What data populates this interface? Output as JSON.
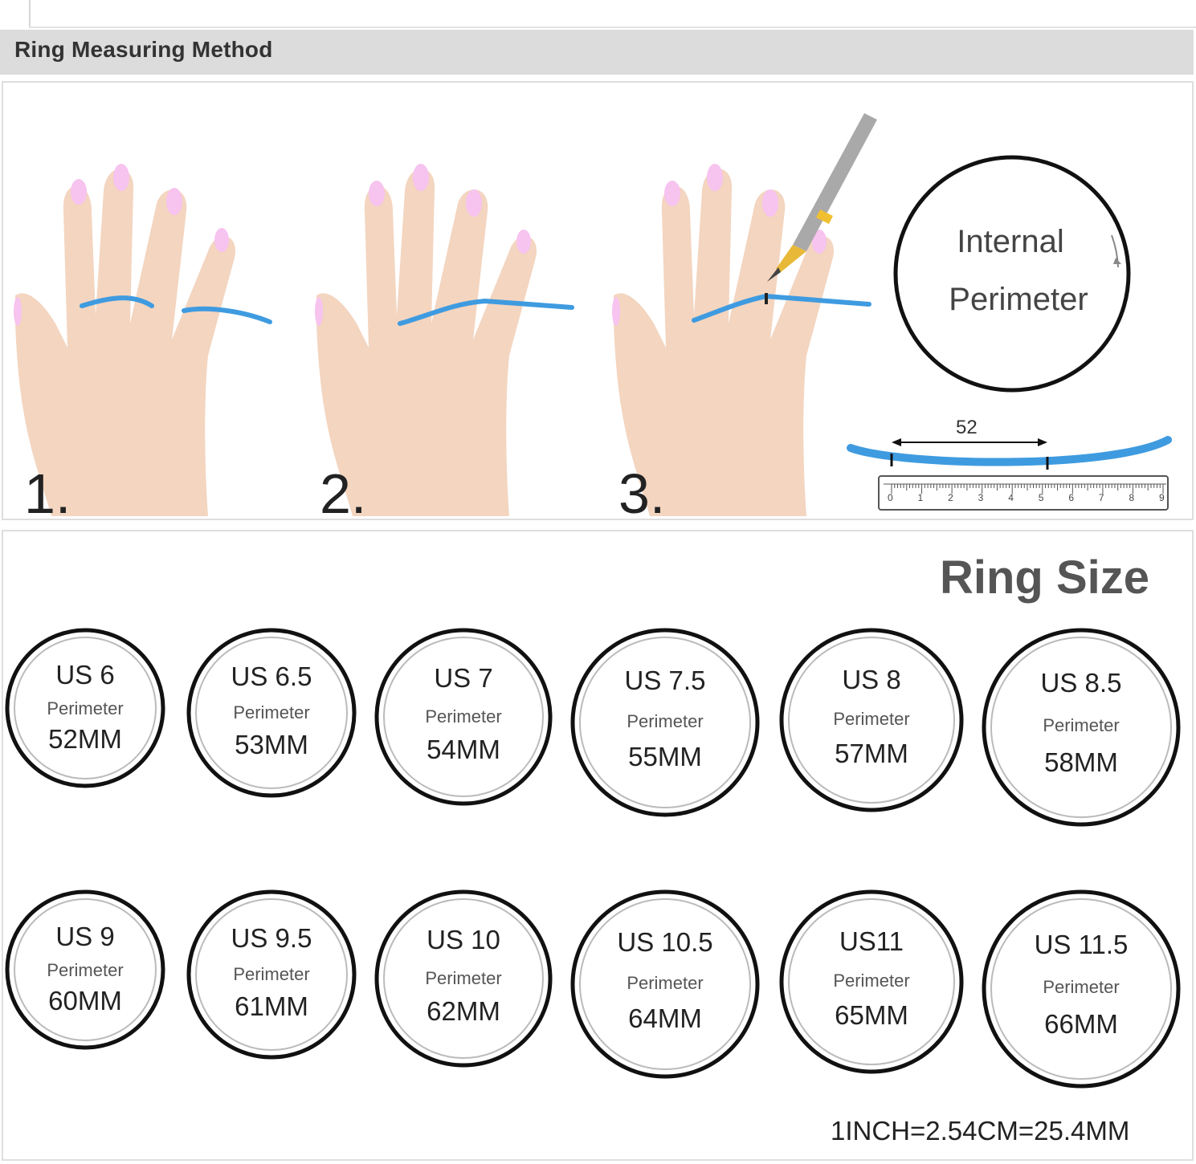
{
  "header": {
    "title": "Ring Measuring Method"
  },
  "method": {
    "steps": [
      "1.",
      "2.",
      "3."
    ],
    "circle_label_line1": "Internal",
    "circle_label_line2": "Perimeter",
    "measure_label": "52",
    "ruler_ticks": [
      "0",
      "1",
      "2",
      "3",
      "4",
      "5",
      "6",
      "7",
      "8",
      "9"
    ]
  },
  "sizes": {
    "title": "Ring Size",
    "perimeter_label": "Perimeter",
    "rings": [
      {
        "us": "US 6",
        "mm": "52MM"
      },
      {
        "us": "US 6.5",
        "mm": "53MM"
      },
      {
        "us": "US 7",
        "mm": "54MM"
      },
      {
        "us": "US 7.5",
        "mm": "55MM"
      },
      {
        "us": "US 8",
        "mm": "57MM"
      },
      {
        "us": "US 8.5",
        "mm": "58MM"
      },
      {
        "us": "US 9",
        "mm": "60MM"
      },
      {
        "us": "US 9.5",
        "mm": "61MM"
      },
      {
        "us": "US 10",
        "mm": "62MM"
      },
      {
        "us": "US 10.5",
        "mm": "64MM"
      },
      {
        "us": "US11",
        "mm": "65MM"
      },
      {
        "us": "US 11.5",
        "mm": "66MM"
      }
    ],
    "conversion_note": "1INCH=2.54CM=25.4MM"
  },
  "colors": {
    "skin": "#f3d5c0",
    "nail": "#f7c3ef",
    "string": "#3f9be0",
    "header_bg": "#dcdcdc"
  }
}
